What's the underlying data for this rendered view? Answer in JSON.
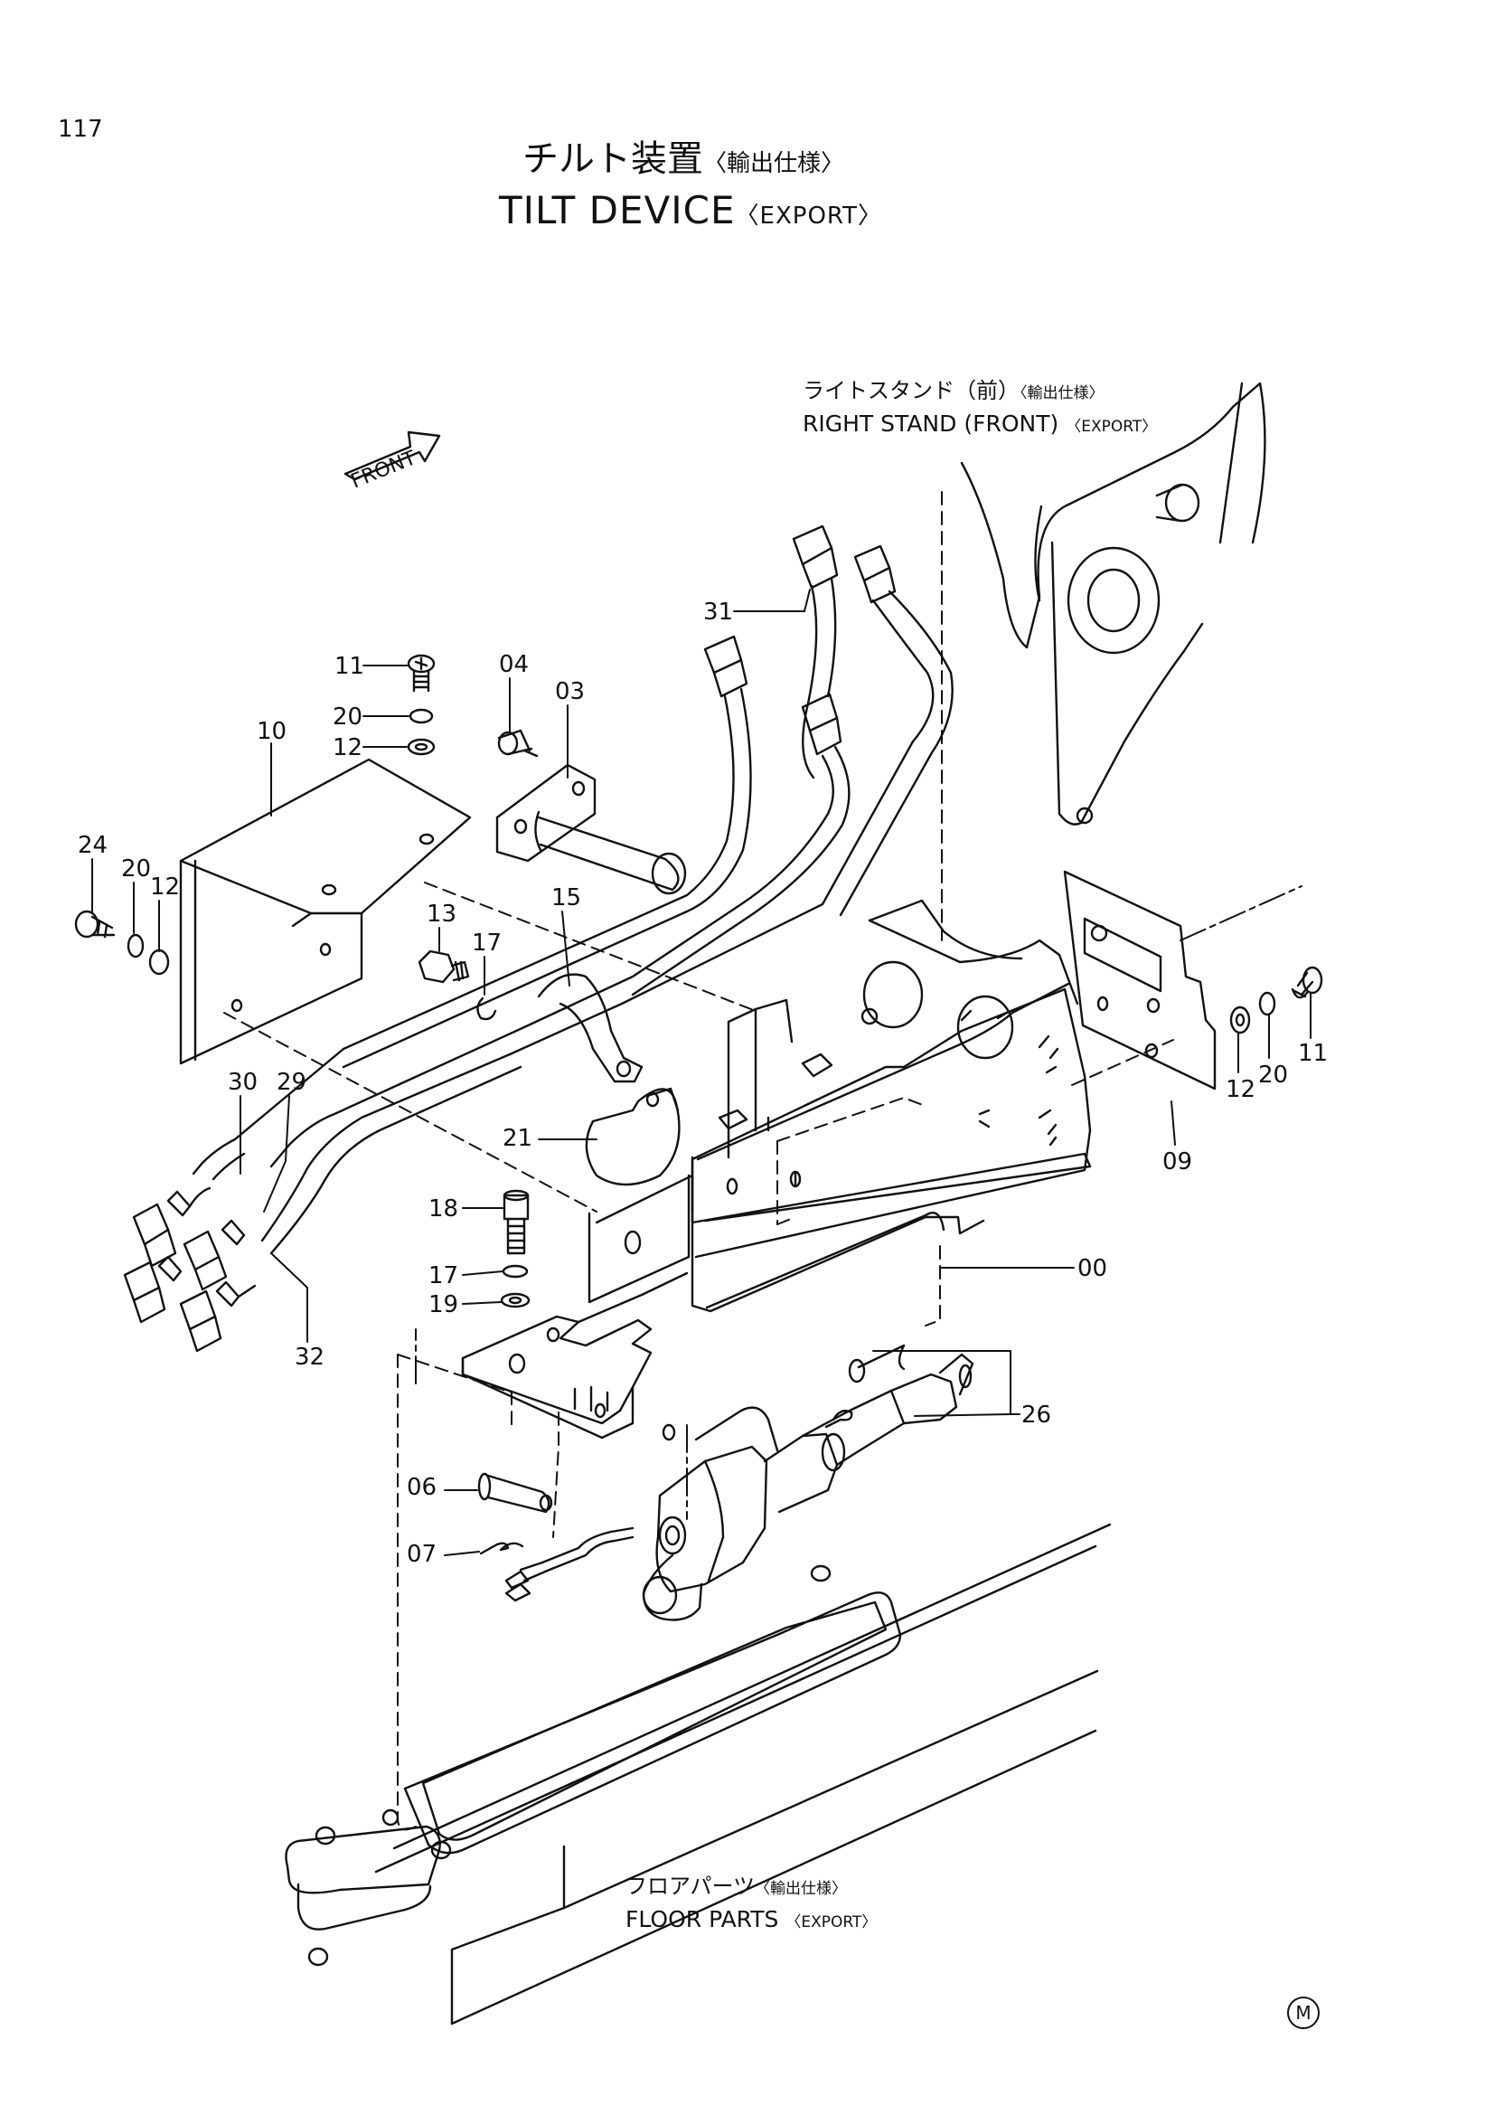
{
  "page_number": "117",
  "title": {
    "jp": "チルト装置",
    "jp_suffix": "〈輸出仕様〉",
    "en": "TILT DEVICE",
    "en_suffix": "〈EXPORT〉"
  },
  "labels": {
    "front_arrow": "FRONT",
    "right_stand_jp": "ライトスタンド（前）",
    "right_stand_jp_suffix": "〈輸出仕様〉",
    "right_stand_en": "RIGHT STAND (FRONT)",
    "right_stand_en_suffix": "〈EXPORT〉",
    "floor_parts_jp": "フロアパーツ",
    "floor_parts_jp_suffix": "〈輸出仕様〉",
    "floor_parts_en": "FLOOR PARTS",
    "floor_parts_en_suffix": "〈EXPORT〉"
  },
  "callouts": [
    {
      "id": "c-31",
      "text": "31"
    },
    {
      "id": "c-11a",
      "text": "11"
    },
    {
      "id": "c-04",
      "text": "04"
    },
    {
      "id": "c-03",
      "text": "03"
    },
    {
      "id": "c-20a",
      "text": "20"
    },
    {
      "id": "c-10",
      "text": "10"
    },
    {
      "id": "c-12a",
      "text": "12"
    },
    {
      "id": "c-24",
      "text": "24"
    },
    {
      "id": "c-20b",
      "text": "20"
    },
    {
      "id": "c-12b",
      "text": "12"
    },
    {
      "id": "c-15",
      "text": "15"
    },
    {
      "id": "c-13",
      "text": "13"
    },
    {
      "id": "c-17a",
      "text": "17"
    },
    {
      "id": "c-30",
      "text": "30"
    },
    {
      "id": "c-29",
      "text": "29"
    },
    {
      "id": "c-21",
      "text": "21"
    },
    {
      "id": "c-18",
      "text": "18"
    },
    {
      "id": "c-17b",
      "text": "17"
    },
    {
      "id": "c-19",
      "text": "19"
    },
    {
      "id": "c-32",
      "text": "32"
    },
    {
      "id": "c-00",
      "text": "00"
    },
    {
      "id": "c-09",
      "text": "09"
    },
    {
      "id": "c-12c",
      "text": "12"
    },
    {
      "id": "c-20c",
      "text": "20"
    },
    {
      "id": "c-11b",
      "text": "11"
    },
    {
      "id": "c-26",
      "text": "26"
    },
    {
      "id": "c-06",
      "text": "06"
    },
    {
      "id": "c-07",
      "text": "07"
    }
  ],
  "corner_mark": "M"
}
